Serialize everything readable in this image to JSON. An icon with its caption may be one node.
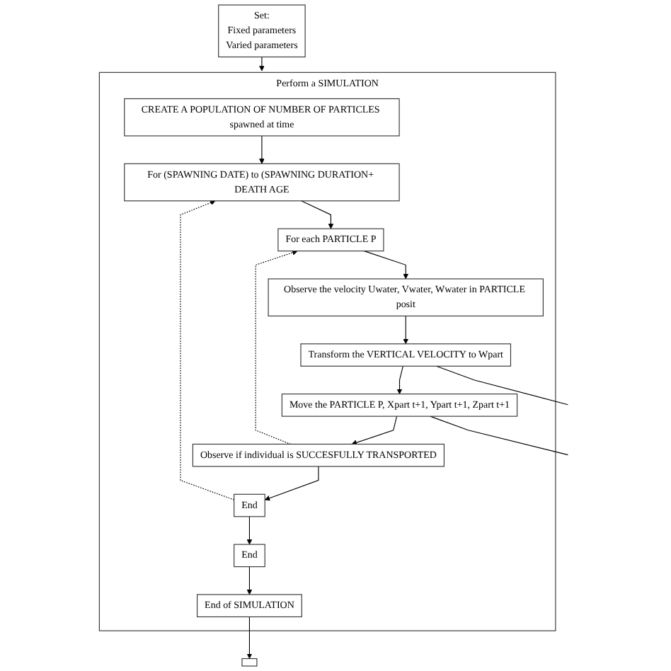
{
  "diagram": {
    "nodes": [
      {
        "text": [
          "Set:",
          "Fixed parameters",
          "Varied parameters"
        ]
      },
      {
        "text": [
          "Perform a SIMULATION"
        ]
      },
      {
        "text": [
          "CREATE A POPULATION OF NUMBER OF PARTICLES spawned at time"
        ],
        "in": 1
      },
      {
        "text": [
          "For (SPAWNING DATE) to (SPAWNING DURATION+ DEATH AGE"
        ],
        "in": 1
      },
      {
        "text": [
          "For each PARTICLE  P"
        ],
        "in": 1
      },
      {
        "text": [
          "Observe the velocity Uwater, Vwater, Wwater in PARTICLE posit"
        ],
        "in": 1
      },
      {
        "text": [
          "Transform the VERTICAL  VELOCITY  to Wpart"
        ],
        "in": 1
      },
      {
        "text": [
          "Move the PARTICLE P, Xpart t+1, Ypart t+1, Zpart t+1"
        ],
        "in": 1
      },
      {
        "text": [
          "Observe if individual is SUCCESFULLY TRANSPORTED"
        ],
        "in": 1
      },
      {
        "text": [
          "End"
        ],
        "in": 1
      },
      {
        "text": [
          "End"
        ],
        "in": 1
      },
      {
        "text": [
          "End of SIMULATION"
        ],
        "in": 1
      },
      {
        "text": [],
        "shape": "box"
      }
    ],
    "edges": [
      {
        "from": 0,
        "to": 1,
        "arrow": "to"
      },
      {
        "from": 2,
        "to": 3,
        "arrow": "to"
      },
      {
        "from": 3,
        "to": 4,
        "arrow": "to"
      },
      {
        "from": 4,
        "to": 5,
        "arrow": "to"
      },
      {
        "from": 5,
        "to": 6,
        "arrow": "to"
      },
      {
        "from": 6,
        "to": 7,
        "arrow": "to"
      },
      {
        "from": 7,
        "to": 8,
        "arrow": "to"
      },
      {
        "from": 8,
        "to": 9,
        "arrow": "to"
      },
      {
        "from": 8,
        "to": 4,
        "arrow": "to",
        "style": "dashed"
      },
      {
        "from": 9,
        "to": 10,
        "arrow": "to"
      },
      {
        "from": 9,
        "to": 3,
        "arrow": "to",
        "style": "dashed"
      },
      {
        "from": 10,
        "to": 11,
        "arrow": "to"
      },
      {
        "from": 11,
        "to": 12,
        "arrow": "to"
      },
      {
        "from": 6,
        "to": null,
        "arrow": "none"
      },
      {
        "from": 7,
        "to": null,
        "arrow": "none"
      }
    ]
  }
}
